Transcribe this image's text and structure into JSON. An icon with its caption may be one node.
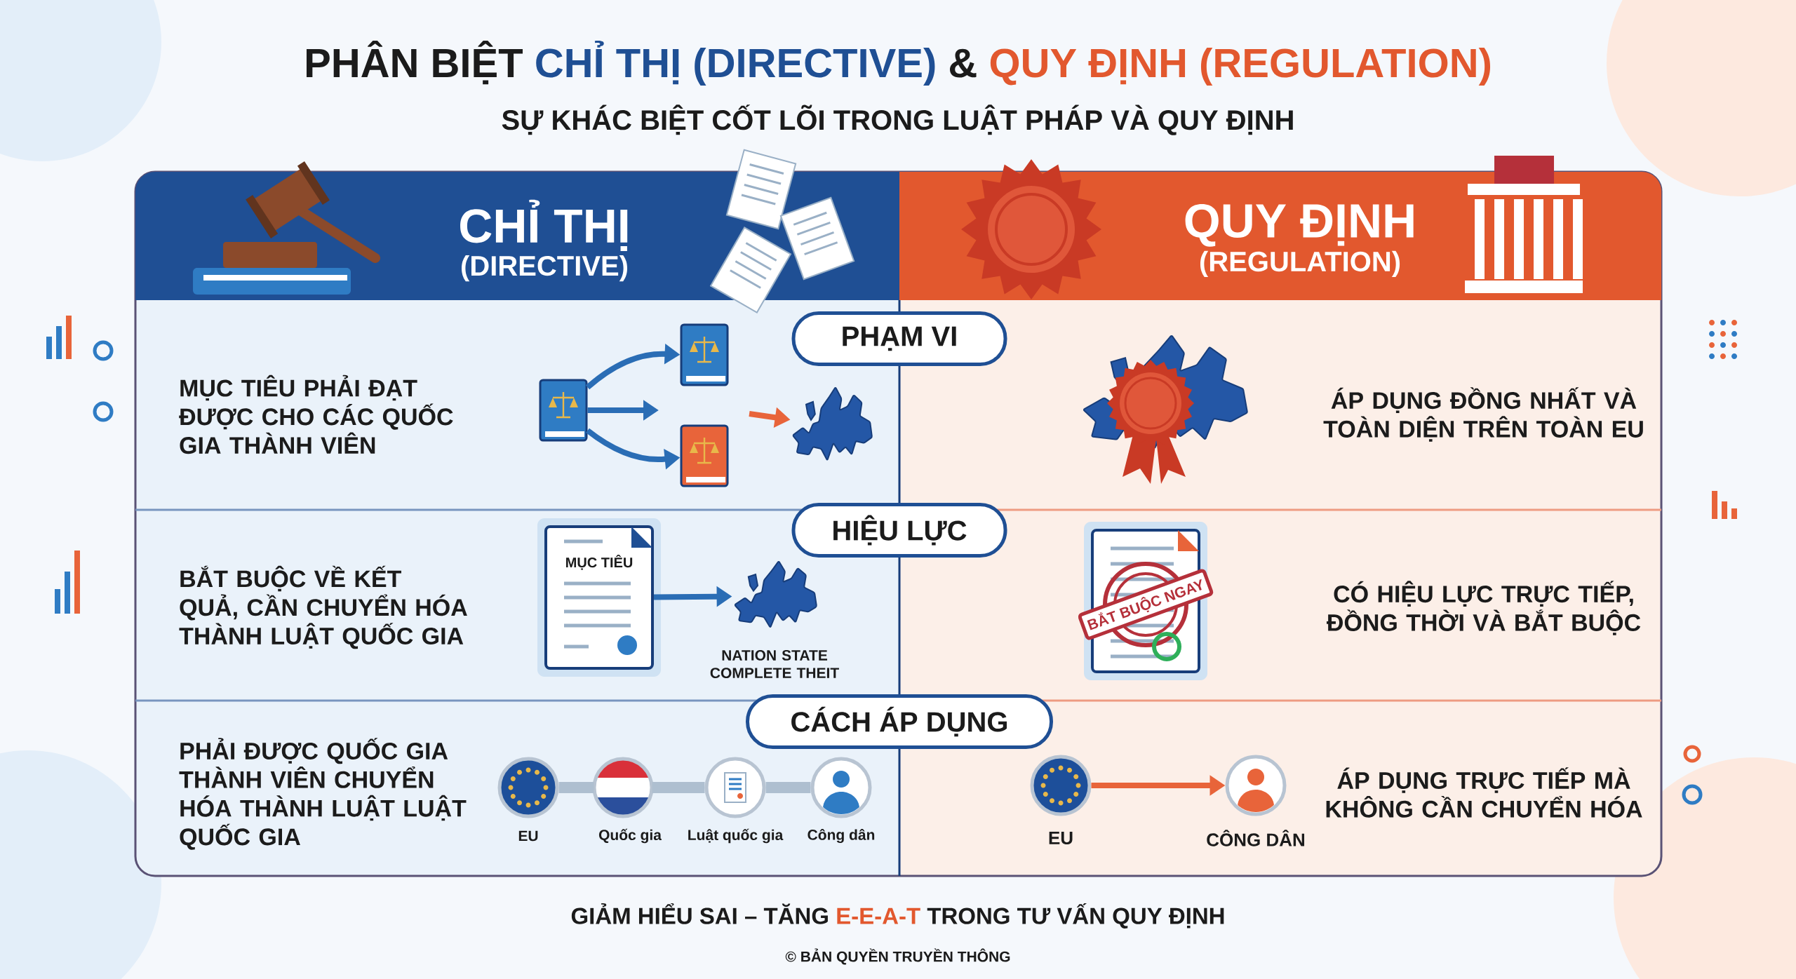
{
  "diagram": {
    "nodes": [
      {
        "text": [
          "CHỈ THỊ",
          "(DIRECTIVE)"
        ]
      },
      {
        "text": [
          "QUY ĐỊNH",
          "(REGULATION)"
        ]
      },
      {
        "text": [
          "PHẠM VI"
        ]
      },
      {
        "text": [
          "HIỆU LỰC"
        ]
      },
      {
        "text": [
          "CÁCH ÁP DỤNG"
        ]
      },
      {
        "text": [],
        "shape": "picture"
      },
      {
        "text": [],
        "shape": "picture"
      },
      {
        "text": [],
        "shape": "picture"
      },
      {
        "text": [],
        "shape": "picture"
      },
      {
        "text": [
          "MỤC TIÊU"
        ]
      },
      {
        "text": [],
        "shape": "picture",
        "beside": [
          "NATION STATE COMPLETE THEIT"
        ]
      },
      {
        "text": [
          "BẮT BUỘC NGAY"
        ]
      },
      {
        "text": [],
        "shape": "circle",
        "beside": [
          "EU"
        ]
      },
      {
        "text": [],
        "shape": "circle",
        "beside": [
          "Quốc gia"
        ]
      },
      {
        "text": [],
        "shape": "circle",
        "beside": [
          "Luật quốc gia"
        ]
      },
      {
        "text": [],
        "shape": "circle",
        "beside": [
          "Công dân"
        ]
      },
      {
        "text": [],
        "shape": "circle",
        "beside": [
          "EU"
        ]
      },
      {
        "text": [],
        "shape": "circle",
        "beside": [
          "CÔNG DÂN"
        ]
      }
    ],
    "edges": [
      {
        "from": 5,
        "to": 6,
        "arrow": "to"
      },
      {
        "from": 5,
        "to": null,
        "arrow": "to"
      },
      {
        "from": 5,
        "to": 7,
        "arrow": "to"
      },
      {
        "from": null,
        "to": 8,
        "arrow": "to",
        "color": "#e8643a"
      },
      {
        "from": 9,
        "to": 10,
        "arrow": "to"
      },
      {
        "from": 12,
        "to": 13,
        "arrow": "none",
        "style": "thick",
        "color": "#aebfd0"
      },
      {
        "from": 13,
        "to": 14,
        "arrow": "none",
        "style": "thick",
        "color": "#aebfd0"
      },
      {
        "from": 14,
        "to": 15,
        "arrow": "none",
        "style": "thick",
        "color": "#aebfd0"
      },
      {
        "from": 16,
        "to": 17,
        "arrow": "to",
        "color": "#e8643a"
      }
    ],
    "labels": [
      "PHÂN BIỆT",
      "CHỈ THỊ (DIRECTIVE)",
      "&",
      "QUY ĐỊNH (REGULATION)",
      "SỰ KHÁC BIỆT CỐT LÕI TRONG LUẬT PHÁP VÀ QUY ĐỊNH",
      "MỤC TIÊU PHẢI ĐẠT ĐƯỢC CHO CÁC QUỐC GIA THÀNH VIÊN",
      "ÁP DỤNG ĐỒNG NHẤT VÀ TOÀN DIỆN TRÊN TOÀN EU",
      "BẮT BUỘC VỀ KẾT QUẢ, CẦN CHUYỂN HÓA THÀNH LUẬT QUỐC GIA",
      "CÓ HIỆU LỰC TRỰC TIẾP, ĐỒNG THỜI VÀ BẮT BUỘC",
      "PHẢI ĐƯỢC QUỐC GIA THÀNH VIÊN CHUYỂN HÓA THÀNH LUẬT LUẬT QUỐC GIA",
      "ÁP DỤNG TRỰC TIẾP MÀ KHÔNG CẦN CHUYỂN HÓA",
      "GIẢM HIỂU SAI – TĂNG",
      "E-E-A-T",
      "TRONG TƯ VẤN QUY ĐỊNH",
      "© BẢN QUYỀN TRUYỀN THÔNG"
    ]
  }
}
